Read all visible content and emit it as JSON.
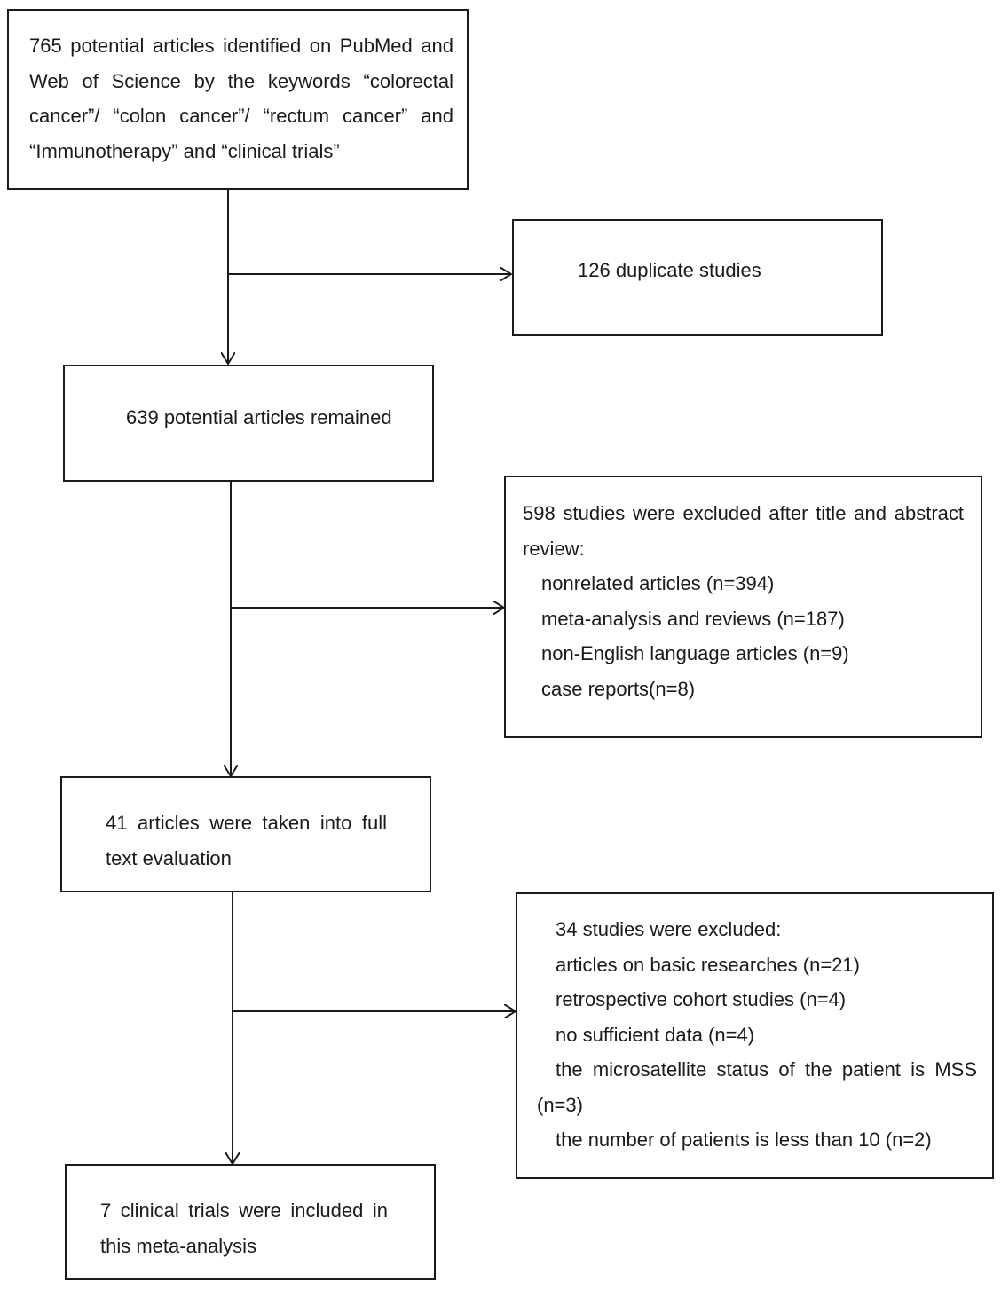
{
  "boxes": {
    "search": {
      "lines": [
        "765 potential articles identified on PubMed and",
        "Web of Science by the keywords “colorectal",
        "cancer”/ “colon cancer”/ “rectum cancer” and",
        "“Immunotherapy” and “clinical trials”"
      ]
    },
    "duplicates": {
      "text": "126 duplicate studies"
    },
    "remained": {
      "text": "639 potential articles remained"
    },
    "title_abstract_exclusion": {
      "lines": [
        "598 studies were excluded after title and abstract",
        "review:"
      ],
      "items": [
        "nonrelated articles (n=394)",
        "meta-analysis and reviews (n=187)",
        "non-English language articles (n=9)",
        "case reports(n=8)"
      ]
    },
    "full_text": {
      "lines": [
        "41 articles were taken into full",
        "text evaluation"
      ]
    },
    "full_text_exclusion": {
      "heading": "34 studies were excluded:",
      "items": [
        "articles on basic researches (n=21)",
        "retrospective cohort studies (n=4)",
        "no sufficient data (n=4)",
        "the microsatellite status of the patient is MSS",
        "(n=3)",
        "the number of patients is less than 10 (n=2)"
      ]
    },
    "included": {
      "lines": [
        "7 clinical trials were included in",
        "this meta-analysis"
      ]
    }
  }
}
